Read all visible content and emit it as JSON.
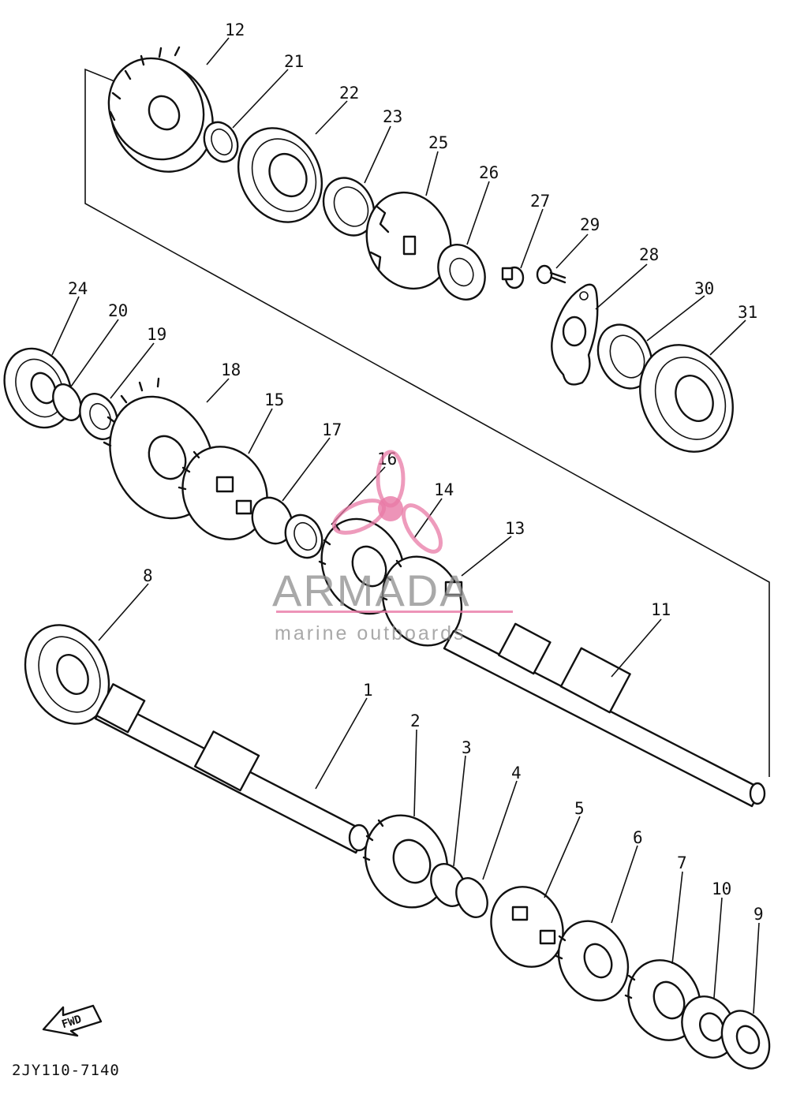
{
  "diagram": {
    "part_numbers": {
      "p1": "1",
      "p2": "2",
      "p3": "3",
      "p4": "4",
      "p5": "5",
      "p6": "6",
      "p7": "7",
      "p8": "8",
      "p9": "9",
      "p10": "10",
      "p11": "11",
      "p12": "12",
      "p13": "13",
      "p14": "14",
      "p15": "15",
      "p16": "16",
      "p17": "17",
      "p18": "18",
      "p19": "19",
      "p20": "20",
      "p21": "21",
      "p22": "22",
      "p23": "23",
      "p24": "24",
      "p25": "25",
      "p26": "26",
      "p27": "27",
      "p28": "28",
      "p29": "29",
      "p30": "30",
      "p31": "31"
    },
    "fwd_label": "FWD",
    "drawing_code": "2JY110-7140"
  },
  "watermark": {
    "brand": "ARMADA",
    "tagline": "marine outboards",
    "accent_color": "#e879a6"
  }
}
